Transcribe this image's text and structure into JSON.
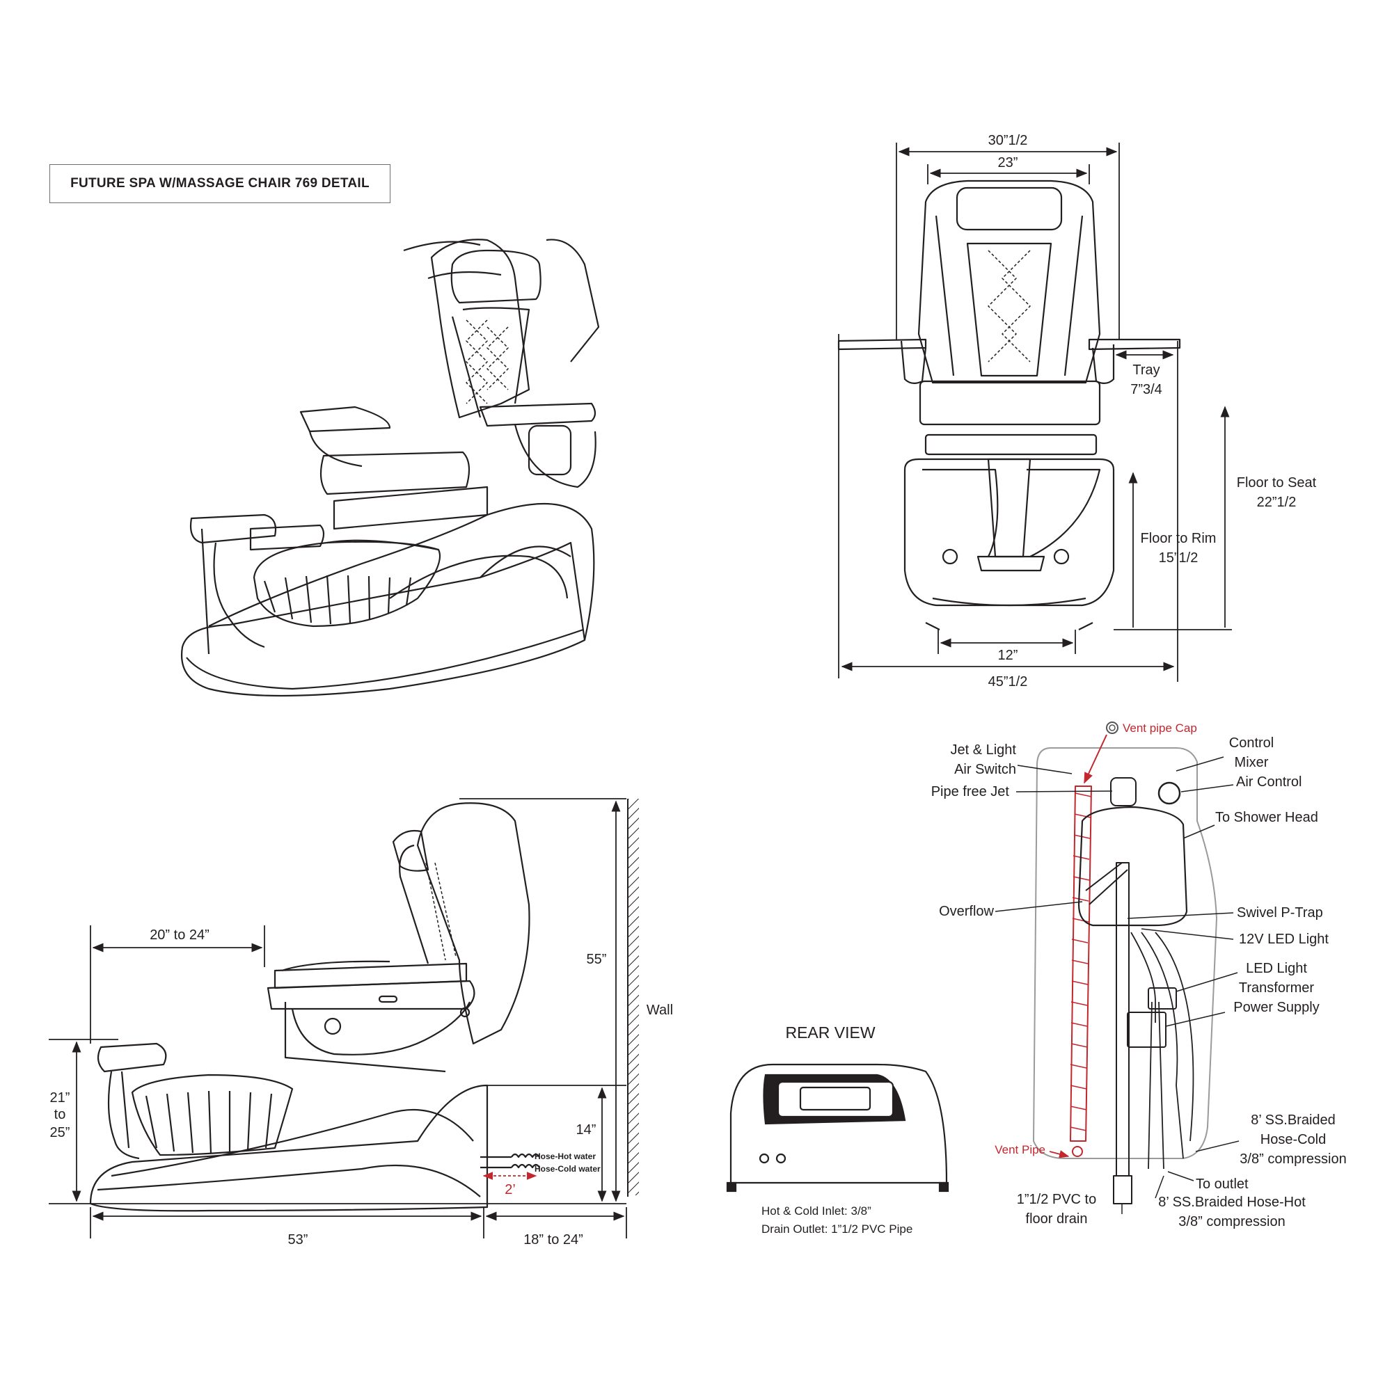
{
  "title": "FUTURE SPA  W/MASSAGE CHAIR 769 DETAIL",
  "front_view": {
    "overall_width": "30”1/2",
    "back_width": "23”",
    "tray_label": "Tray",
    "tray_value": "7”3/4",
    "floor_to_seat_label": "Floor to Seat",
    "floor_to_seat_value": "22”1/2",
    "floor_to_rim_label": "Floor to Rim",
    "floor_to_rim_value": "15”1/2",
    "base_width": "12”",
    "total_width": "45”1/2"
  },
  "side_view": {
    "footrest_reach": "20” to 24”",
    "height": "55”",
    "wall": "Wall",
    "footrest_h_1": "21”",
    "footrest_h_2": "to",
    "footrest_h_3": "25”",
    "inlet_height": "14”",
    "hose_hot": "Hose-Hot water",
    "hose_cold": "Hose-Cold water",
    "hose_gap": "2’",
    "length": "53”",
    "wall_clearance": "18” to 24”"
  },
  "rear_view": {
    "title": "REAR VIEW",
    "note_1": "Hot & Cold Inlet: 3/8”",
    "note_2": "Drain Outlet: 1”1/2 PVC Pipe"
  },
  "plumbing": {
    "vent_pipe_cap": "Vent pipe Cap",
    "jet_light_1": "Jet & Light",
    "jet_light_2": "Air Switch",
    "pipe_free_jet": "Pipe free Jet",
    "control_1": "Control",
    "control_2": "Mixer",
    "air_control": "Air Control",
    "shower_head": "To Shower Head",
    "overflow": "Overflow",
    "p_trap": "Swivel P-Trap",
    "led_light": "12V LED Light",
    "transformer_1": "LED Light",
    "transformer_2": "Transformer",
    "transformer_3": "Power Supply",
    "hose_cold_1": "8’ SS.Braided",
    "hose_cold_2": "Hose-Cold",
    "hose_cold_3": "3/8” compression",
    "vent_pipe": "Vent Pipe",
    "pvc_1": "1”1/2 PVC to",
    "pvc_2": "floor drain",
    "to_outlet": "To outlet",
    "hose_hot_1": "8’ SS.Braided Hose-Hot",
    "hose_hot_2": "3/8” compression"
  },
  "colors": {
    "line": "#231f20",
    "accent": "#c1272d",
    "outline": "#9a9a9a"
  }
}
